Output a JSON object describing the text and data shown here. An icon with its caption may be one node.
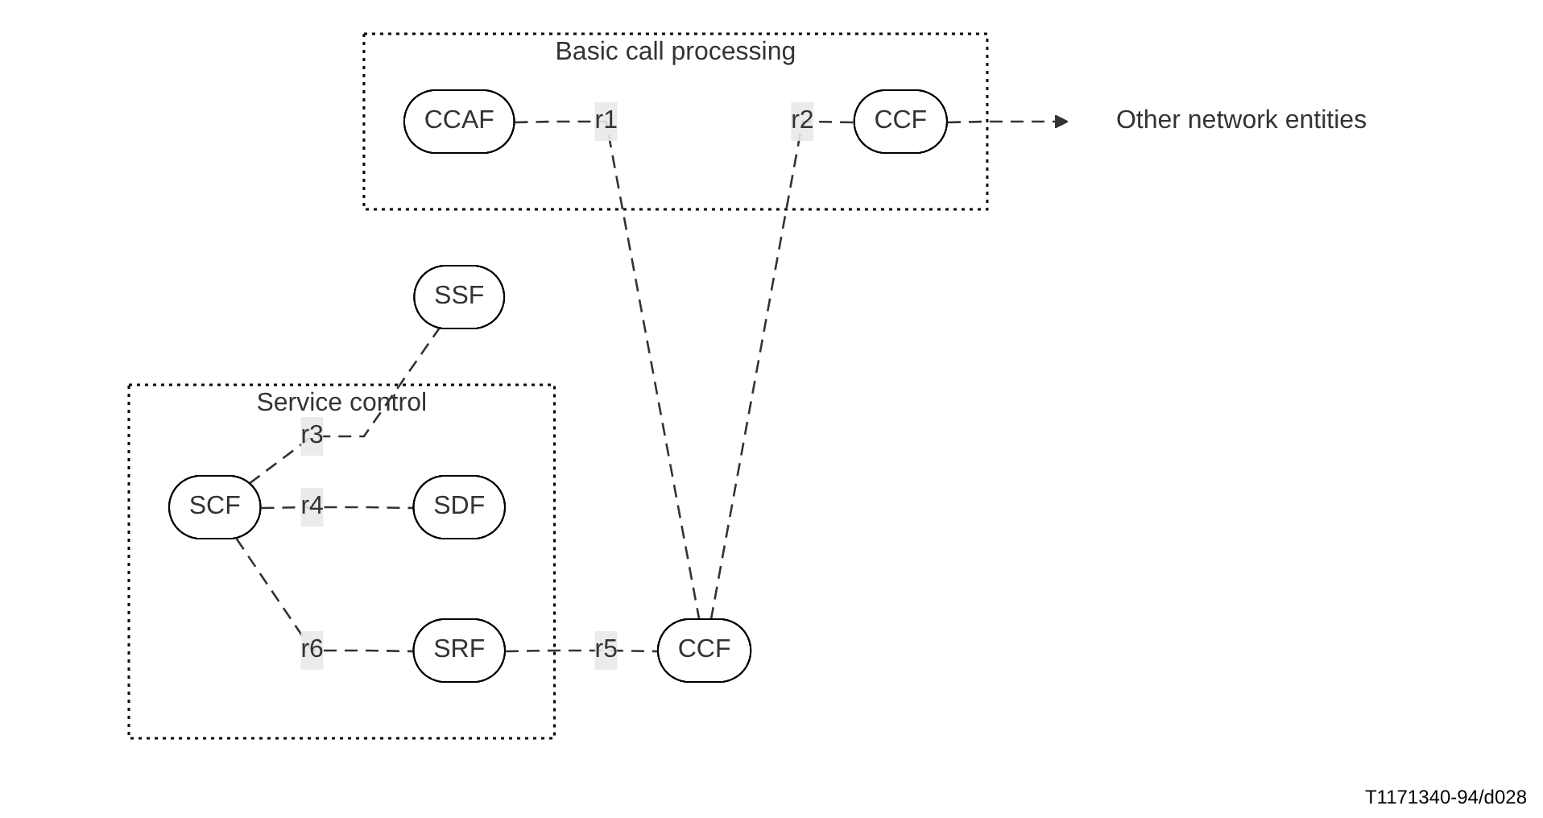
{
  "diagram": {
    "nodes": [
      {
        "text": [
          "Service control"
        ]
      },
      {
        "text": [
          "SCF"
        ],
        "in": 0
      },
      {
        "text": [
          "SDF"
        ],
        "in": 0
      },
      {
        "text": [
          "SRF"
        ],
        "in": 0
      },
      {
        "text": [
          "Basic call processing"
        ]
      },
      {
        "text": [
          "SSF"
        ]
      },
      {
        "text": [
          "CCAF"
        ],
        "in": 4
      },
      {
        "text": [
          "CCF"
        ]
      },
      {
        "text": [
          "CCF"
        ],
        "in": 4
      },
      {
        "text": [
          "Other network entities"
        ]
      }
    ],
    "edges": [
      {
        "from": 1,
        "to": 2,
        "arrow": "none",
        "label": "r4",
        "style": "dashed"
      },
      {
        "from": 1,
        "to": 3,
        "arrow": "none",
        "label": "r6",
        "style": "dashed"
      },
      {
        "from": 1,
        "to": 5,
        "arrow": "none",
        "label": "r3",
        "style": "dashed"
      },
      {
        "from": 3,
        "to": 7,
        "arrow": "none",
        "label": "r5",
        "style": "dashed"
      },
      {
        "from": 6,
        "to": 7,
        "arrow": "none",
        "label": "r1",
        "style": "dashed"
      },
      {
        "from": 7,
        "to": 8,
        "arrow": "none",
        "label": "r2",
        "style": "dashed"
      },
      {
        "from": 8,
        "to": 9,
        "arrow": "to",
        "style": "dashed"
      }
    ],
    "labels": [
      "T1171340-94/d028"
    ]
  }
}
